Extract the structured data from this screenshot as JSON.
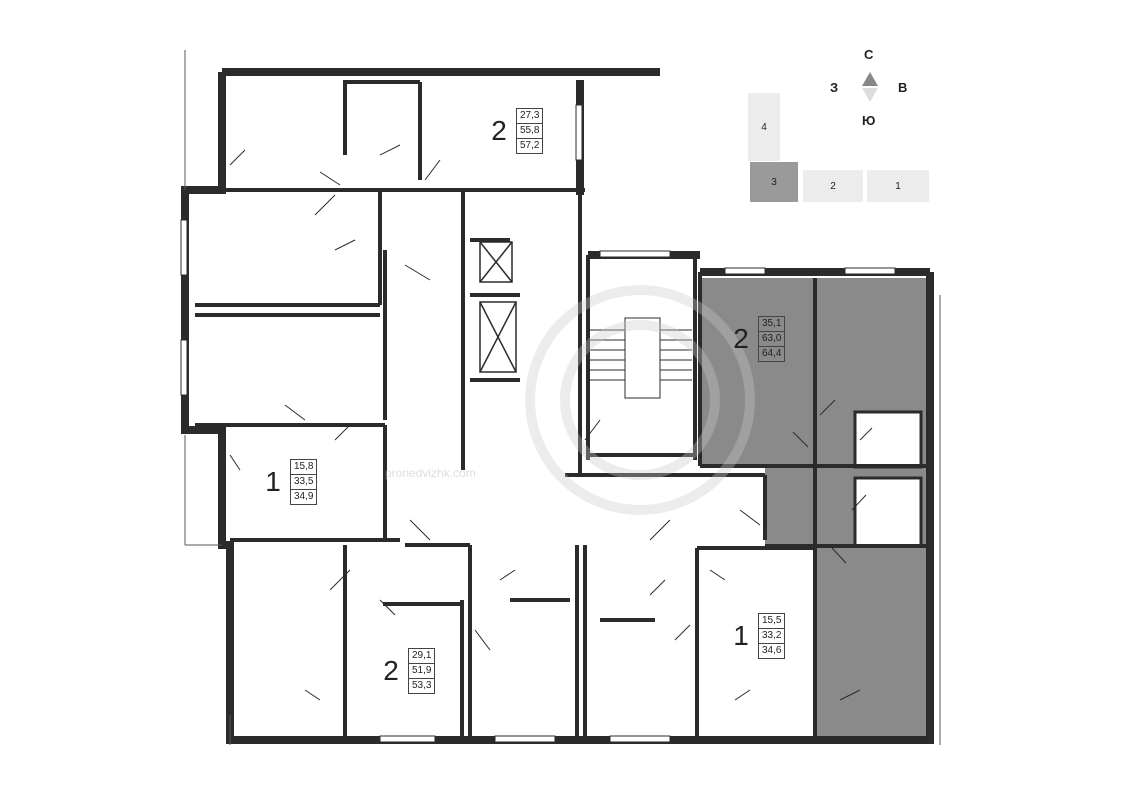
{
  "apartments": [
    {
      "id": "apt-top",
      "rooms": "2",
      "areas": [
        "27,3",
        "55,8",
        "57,2"
      ],
      "highlight": false
    },
    {
      "id": "apt-right",
      "rooms": "2",
      "areas": [
        "35,1",
        "63,0",
        "64,4"
      ],
      "highlight": true
    },
    {
      "id": "apt-left",
      "rooms": "1",
      "areas": [
        "15,8",
        "33,5",
        "34,9"
      ],
      "highlight": false
    },
    {
      "id": "apt-bottom-left",
      "rooms": "2",
      "areas": [
        "29,1",
        "51,9",
        "53,3"
      ],
      "highlight": false
    },
    {
      "id": "apt-bottom-right",
      "rooms": "1",
      "areas": [
        "15,5",
        "33,2",
        "34,6"
      ],
      "highlight": false
    }
  ],
  "compass": {
    "north": "С",
    "west": "З",
    "east": "В",
    "south": "Ю"
  },
  "sections_key": [
    {
      "label": "4",
      "active": false
    },
    {
      "label": "3",
      "active": true
    },
    {
      "label": "2",
      "active": false
    },
    {
      "label": "1",
      "active": false
    }
  ],
  "watermark_text": "pronedvizhk.com",
  "colors": {
    "wall": "#2b2b2b",
    "highlight": "#8a8a8a",
    "key_inactive": "#ececec",
    "key_active": "#9a9a9a"
  }
}
